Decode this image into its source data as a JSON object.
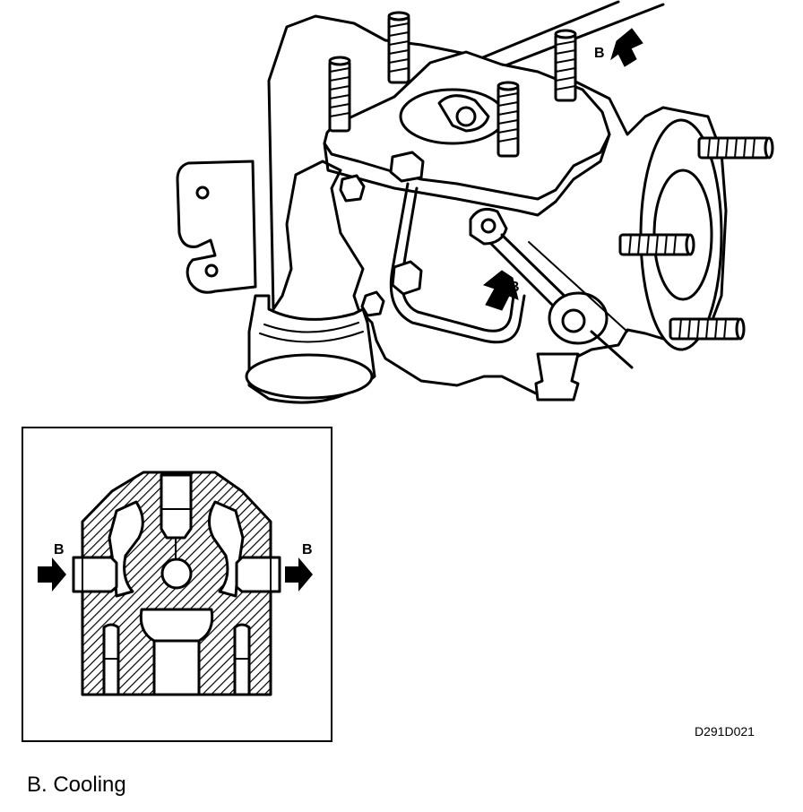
{
  "figure": {
    "label_b": "B",
    "code": "D291D021",
    "caption": "B. Cooling"
  },
  "colors": {
    "line": "#000000",
    "background": "#ffffff"
  },
  "icons": [
    "flow-arrow-icon"
  ]
}
